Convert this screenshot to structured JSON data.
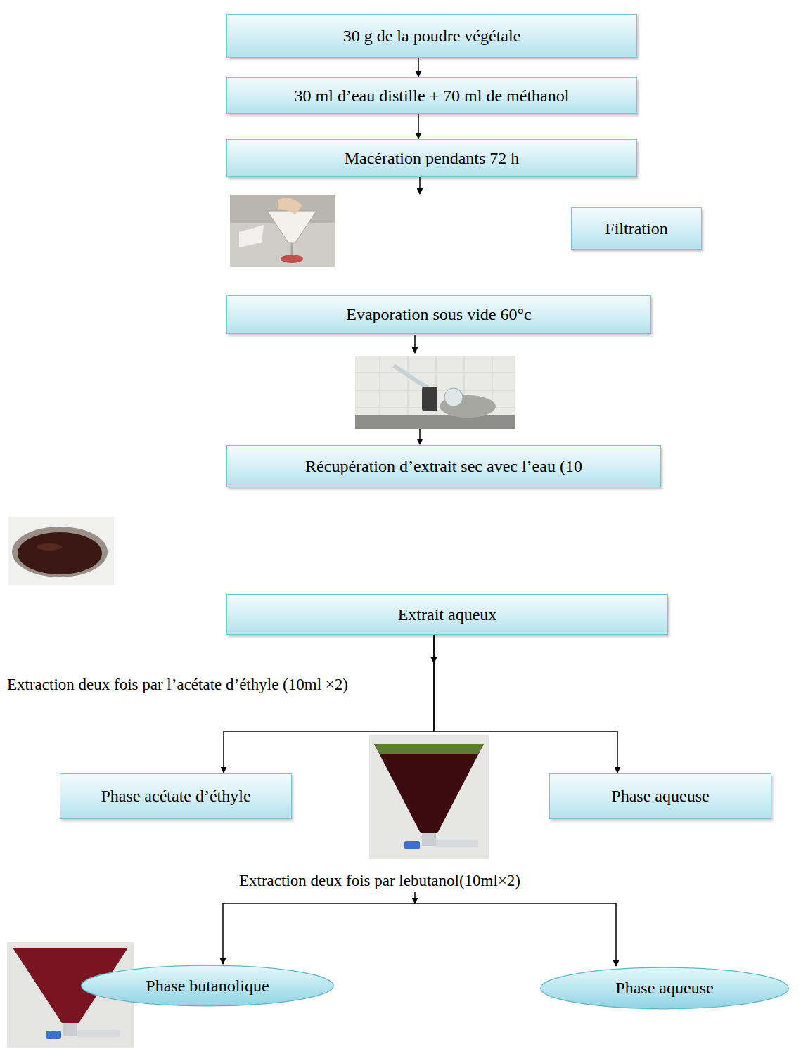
{
  "diagram": {
    "nodes": [
      {
        "text": [
          "30 g de la poudre végétale"
        ]
      },
      {
        "text": [
          "30 ml d’eau distille + 70 ml de méthanol"
        ]
      },
      {
        "text": [
          "Macération pendants 72 h"
        ]
      },
      {
        "text": [
          "Filtration"
        ]
      },
      {
        "text": [
          "Evaporation sous vide 60°c"
        ]
      },
      {
        "text": [
          "Récupération d’extrait sec avec l’eau (10"
        ]
      },
      {
        "text": [
          "Extrait aqueux"
        ]
      },
      {
        "text": [
          "Phase acétate d’éthyle"
        ]
      },
      {
        "text": [
          "Phase aqueuse"
        ]
      },
      {
        "text": [
          "Phase butanolique"
        ]
      },
      {
        "text": [
          "Phase aqueuse"
        ]
      }
    ],
    "edges": [
      {
        "from": 0,
        "to": 1,
        "arrow": "to"
      },
      {
        "from": 1,
        "to": 2,
        "arrow": "to"
      },
      {
        "from": 6,
        "to": 7,
        "arrow": "to"
      },
      {
        "from": 6,
        "to": 8,
        "arrow": "to"
      }
    ],
    "labels": [
      "Extraction deux fois par l’acétate d’éthyle (10ml ×2)",
      "Extraction deux fois par lebutanol(10ml×2)"
    ]
  }
}
